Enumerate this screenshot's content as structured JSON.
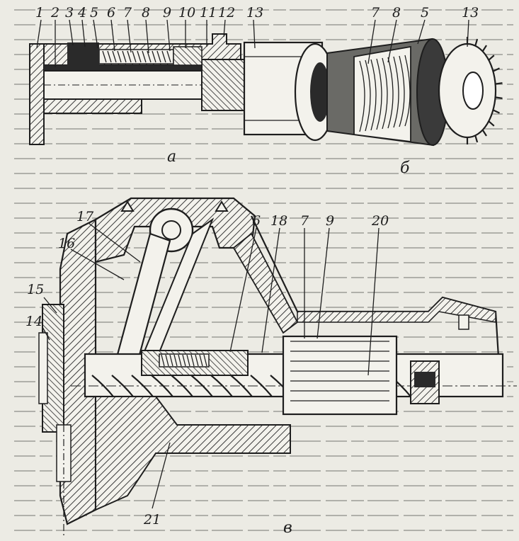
{
  "panel_a": {
    "caption": "а",
    "callouts": [
      "1",
      "2",
      "3",
      "4",
      "5",
      "6",
      "7",
      "8",
      "9",
      "10",
      "11",
      "12",
      "13"
    ]
  },
  "panel_b": {
    "caption": "б",
    "callouts": [
      "7",
      "8",
      "5",
      "13"
    ]
  },
  "panel_c": {
    "caption": "в",
    "callouts": [
      "17",
      "16",
      "15",
      "14",
      "6",
      "18",
      "7",
      "9",
      "20",
      "21"
    ]
  },
  "colors": {
    "paper": "#ecebe4",
    "ink": "#1e1e1e",
    "hatch": "#3a3a3a"
  }
}
